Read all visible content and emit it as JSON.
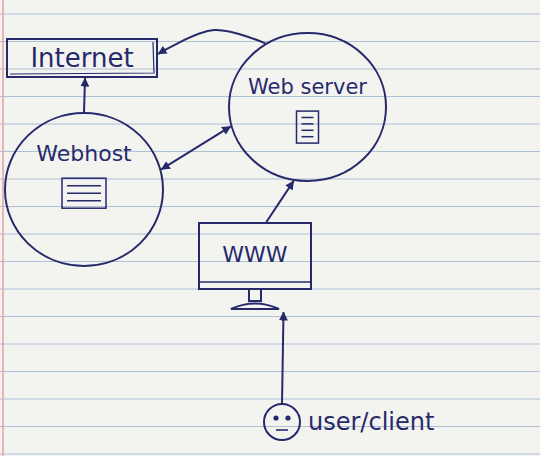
{
  "diagram": {
    "nodes": [
      {
        "text": [
          "Internet"
        ]
      },
      {
        "text": [
          "Web server"
        ]
      },
      {
        "text": [
          "Webhost"
        ]
      },
      {
        "text": [
          "WWW"
        ]
      },
      {
        "text": [
          "user/client"
        ]
      }
    ],
    "edges": [
      {
        "from": 1,
        "to": 0,
        "arrow": "to"
      },
      {
        "from": 2,
        "to": 0,
        "arrow": "to"
      },
      {
        "from": 2,
        "to": 1,
        "arrow": "both"
      },
      {
        "from": 3,
        "to": 1,
        "arrow": "to"
      },
      {
        "from": 4,
        "to": 3,
        "arrow": "to"
      }
    ]
  }
}
